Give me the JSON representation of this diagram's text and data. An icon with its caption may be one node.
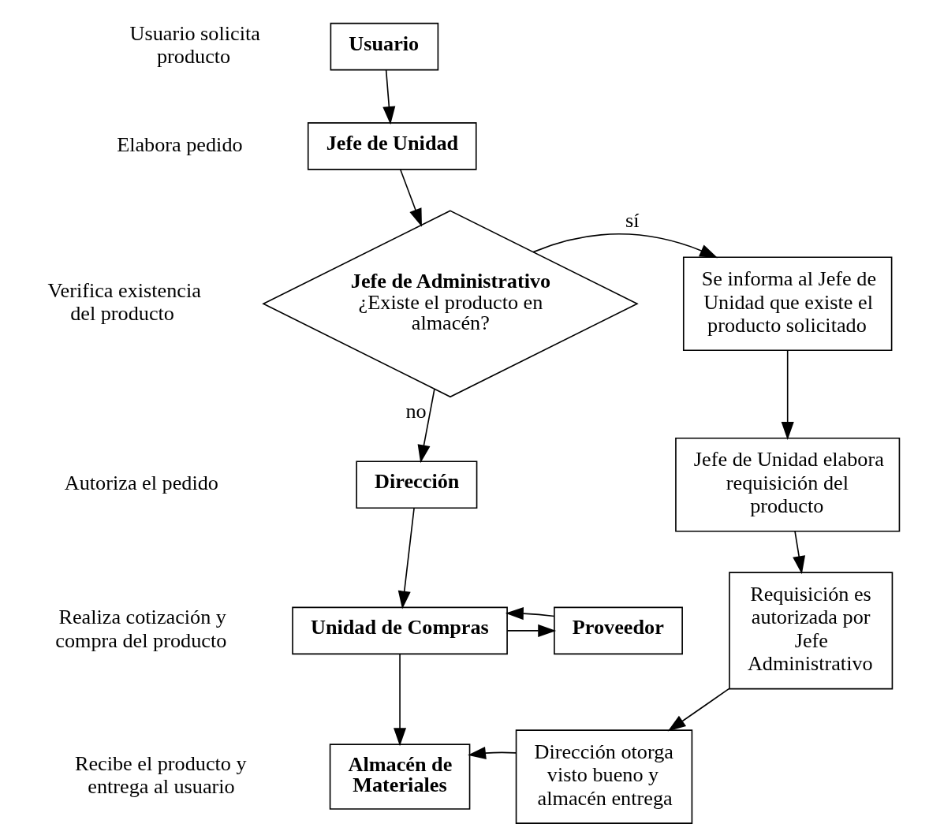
{
  "diagram": {
    "nodes": [
      {
        "text": [
          "Usuario"
        ]
      },
      {
        "text": [
          "Jefe de Unidad"
        ]
      },
      {
        "text": [
          "Jefe de Administrativo",
          "¿Existe el producto en almacén?"
        ]
      },
      {
        "text": [
          "Se informa al Jefe de Unidad que existe el producto solicitado"
        ]
      },
      {
        "text": [
          "Jefe de Unidad elabora requisición del producto"
        ]
      },
      {
        "text": [
          "Dirección"
        ]
      },
      {
        "text": [
          "Unidad de Compras"
        ]
      },
      {
        "text": [
          "Proveedor"
        ]
      },
      {
        "text": [
          "Requisición es autorizada por Jefe Administrativo"
        ]
      },
      {
        "text": [
          "Almacén de Materiales"
        ]
      },
      {
        "text": [
          "Dirección otorga visto bueno y almacén entrega"
        ]
      }
    ],
    "edges": [
      {
        "from": 0,
        "to": 1,
        "arrow": "to"
      },
      {
        "from": 1,
        "to": 2,
        "arrow": "to"
      },
      {
        "from": 2,
        "to": 3,
        "label": "sí",
        "arrow": "to"
      },
      {
        "from": 3,
        "to": 4,
        "arrow": "to"
      },
      {
        "from": 4,
        "to": 8,
        "arrow": "to"
      },
      {
        "from": 8,
        "to": 10,
        "arrow": "to"
      },
      {
        "from": 10,
        "to": 9,
        "arrow": "to"
      },
      {
        "from": 2,
        "to": 5,
        "label": "no",
        "arrow": "to"
      },
      {
        "from": 5,
        "to": 6,
        "arrow": "to"
      },
      {
        "from": 6,
        "to": 7,
        "arrow": "to"
      },
      {
        "from": 7,
        "to": 6,
        "arrow": "to"
      },
      {
        "from": 6,
        "to": 9,
        "arrow": "to"
      }
    ],
    "labels": [
      "Usuario solicita producto",
      "Elabora pedido",
      "Verifica existencia del producto",
      "Autoriza el pedido",
      "Realiza cotización y compra del producto",
      "Recibe el producto y entrega al usuario"
    ]
  }
}
